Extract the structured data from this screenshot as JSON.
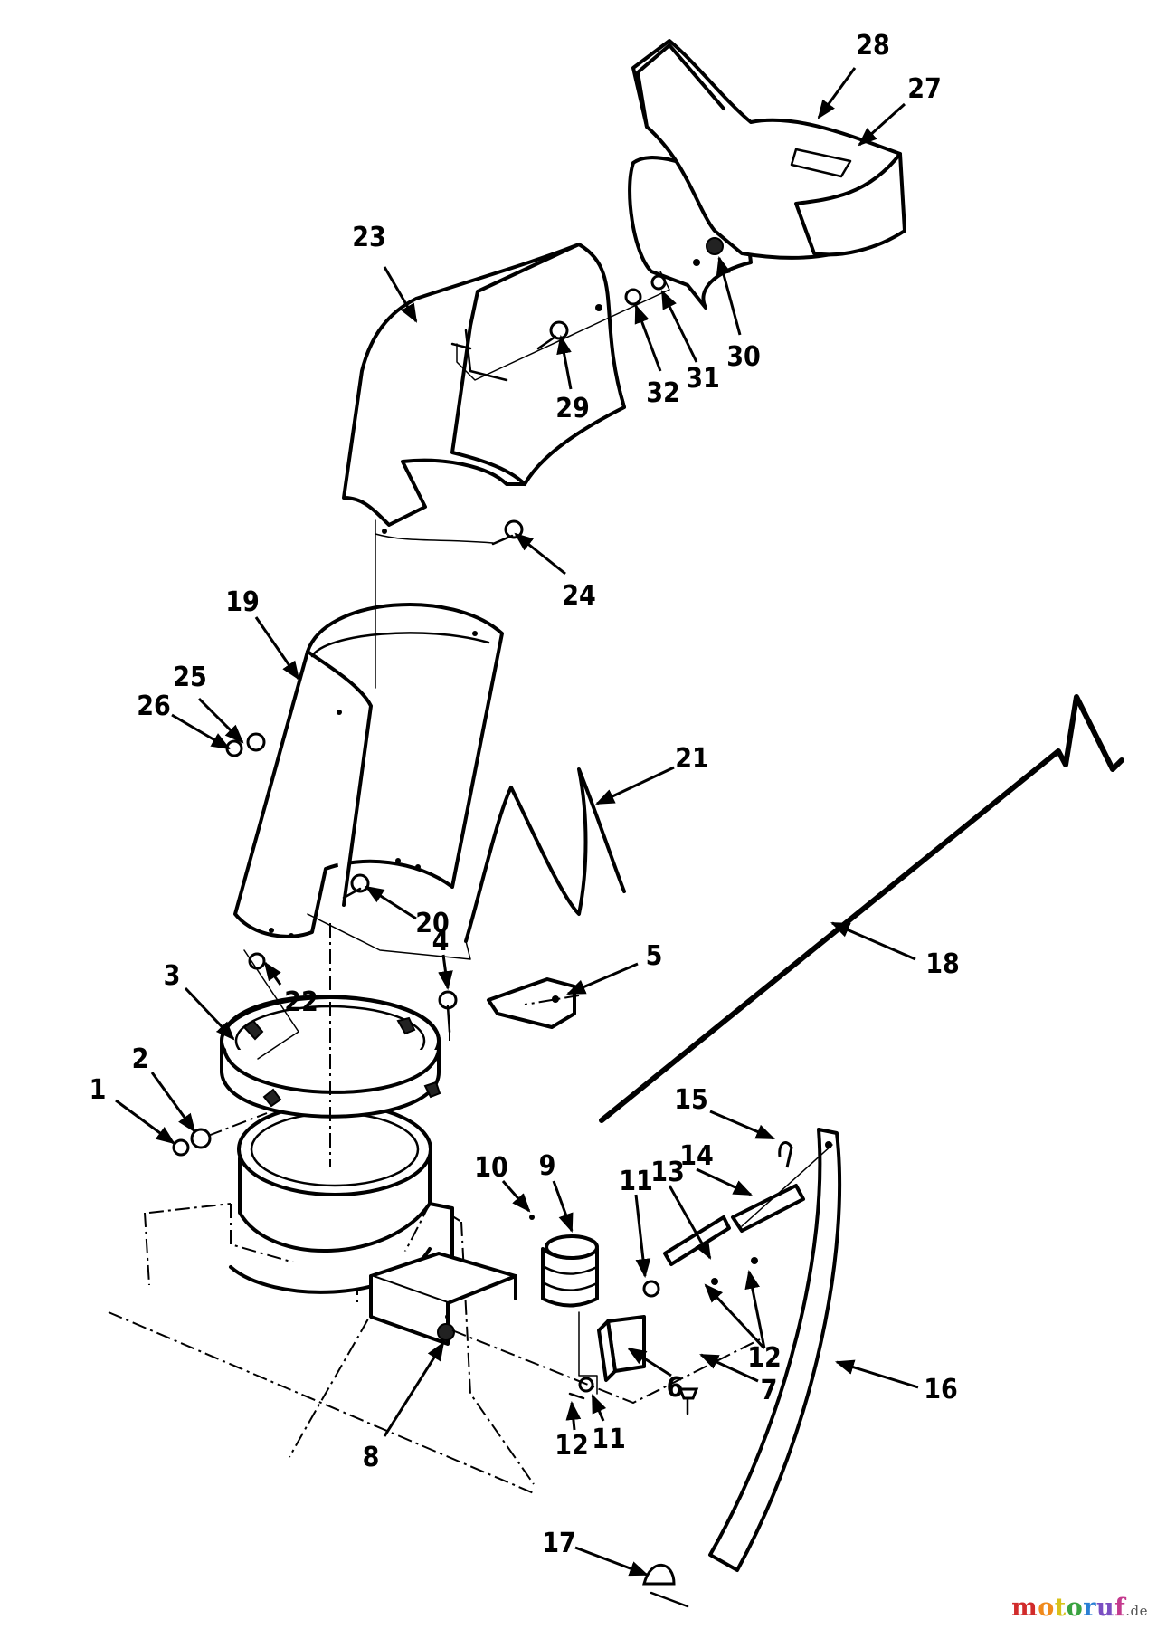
{
  "diagram": {
    "callouts": [
      "1",
      "2",
      "3",
      "4",
      "5",
      "6",
      "7",
      "8",
      "9",
      "10",
      "11",
      "11",
      "12",
      "12",
      "13",
      "14",
      "15",
      "16",
      "17",
      "18",
      "19",
      "20",
      "21",
      "22",
      "23",
      "24",
      "25",
      "26",
      "27",
      "28",
      "29",
      "30",
      "31",
      "32"
    ]
  },
  "watermark": {
    "letters": [
      {
        "char": "m",
        "color": "#d12b2b"
      },
      {
        "char": "o",
        "color": "#f08a1c"
      },
      {
        "char": "t",
        "color": "#d8c21a"
      },
      {
        "char": "o",
        "color": "#3aa340"
      },
      {
        "char": "r",
        "color": "#2a7fd4"
      },
      {
        "char": "u",
        "color": "#7a4fc2"
      },
      {
        "char": "f",
        "color": "#c43a8e"
      }
    ],
    "suffix": ".de"
  }
}
